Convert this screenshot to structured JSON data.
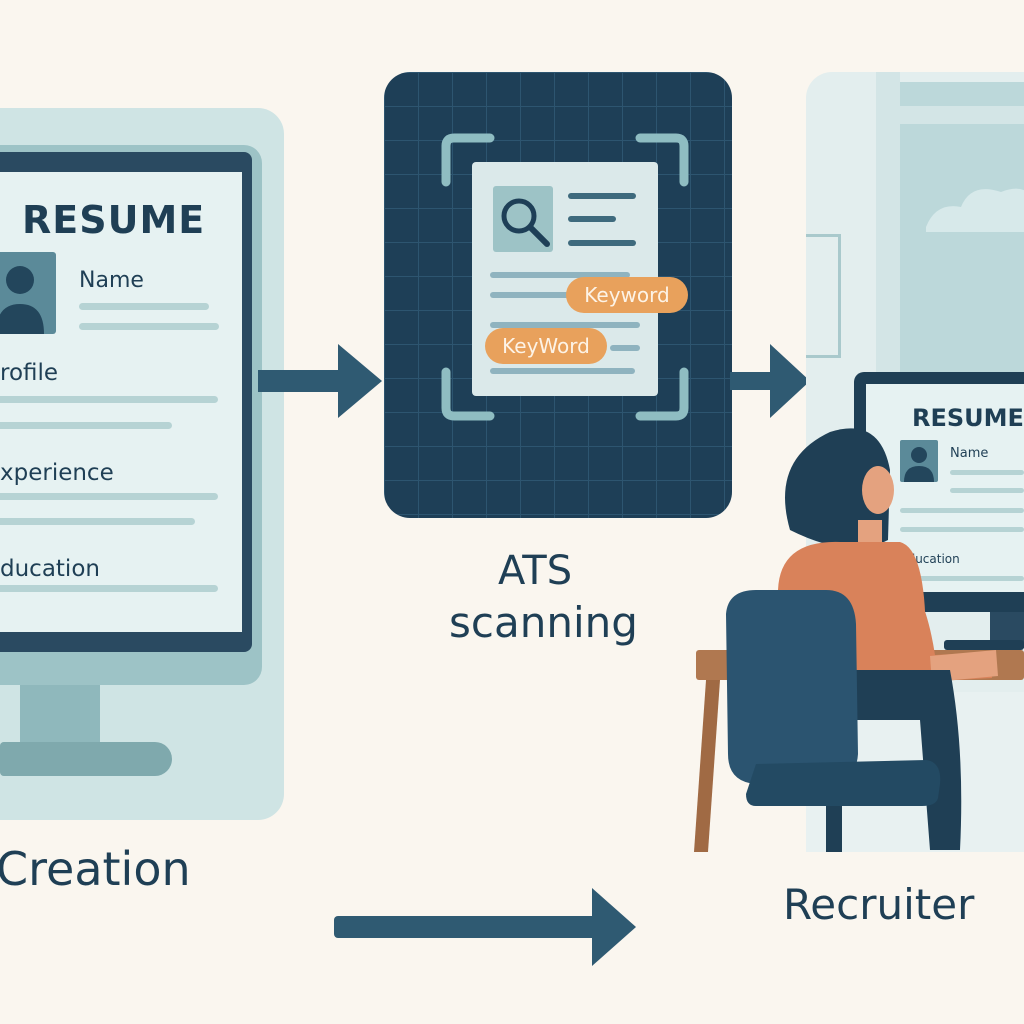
{
  "stages": {
    "creation": {
      "label": "Creation",
      "resume_title": "RESUME",
      "name_label": "Name",
      "sections": [
        "rofile",
        "xperience",
        "ducation"
      ]
    },
    "ats": {
      "label_line1": "ATS",
      "label_line2": "scanning",
      "keywords": [
        "Keyword",
        "KeyWord"
      ]
    },
    "recruiter": {
      "label": "Recruiter",
      "resume_title": "RESUME",
      "name_label": "Name",
      "section": "Education"
    }
  },
  "icons": [
    "monitor-icon",
    "avatar-icon",
    "magnifier-icon",
    "scan-frame-icon",
    "arrow-right-icon",
    "person-icon",
    "chair-icon",
    "desk-icon"
  ],
  "colors": {
    "background": "#faf6ef",
    "navy": "#1f3f55",
    "ats_panel": "#1e3f57",
    "teal_light": "#cfe4e4",
    "monitor_frame": "#9dc3c6",
    "keyword_orange": "#e8a15c",
    "person_shirt": "#d9825a"
  }
}
